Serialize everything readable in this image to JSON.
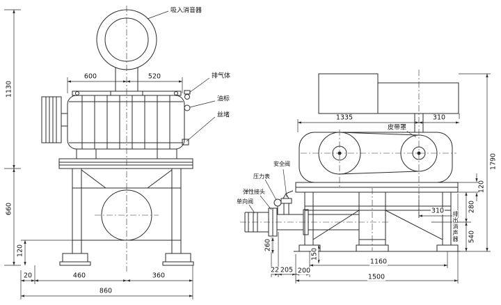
{
  "callouts": {
    "intake_silencer": "吸入消音器",
    "exhaust_port": "排气体",
    "oil_gauge": "油标",
    "plug": "丝堵",
    "belt_cover": "皮带罩",
    "safety_valve": "安全阀",
    "pressure_gauge": "压力表",
    "flexible_joint": "弹性接头",
    "check_valve": "单向阀",
    "discharge_silencer": "排出消声器"
  },
  "dims": {
    "front": {
      "width_left": "600",
      "width_right": "520",
      "total_height": "1130",
      "frame_height": "660",
      "foot_height": "120",
      "bottom_offset": "20",
      "bottom_left_span": "460",
      "bottom_right_span": "360",
      "bottom_total": "860"
    },
    "side": {
      "top_span": "1335",
      "top_right_span": "310",
      "total_height": "1790",
      "beam_height": "120",
      "upper_height": "280",
      "pulley_offset": "310",
      "lower_height": "540",
      "pipe_height": "260",
      "bottom_a": "22",
      "bottom_b": "205",
      "bottom_c": "200",
      "bottom_span": "1160",
      "bottom_total": "1500",
      "foot_width": "150"
    }
  }
}
